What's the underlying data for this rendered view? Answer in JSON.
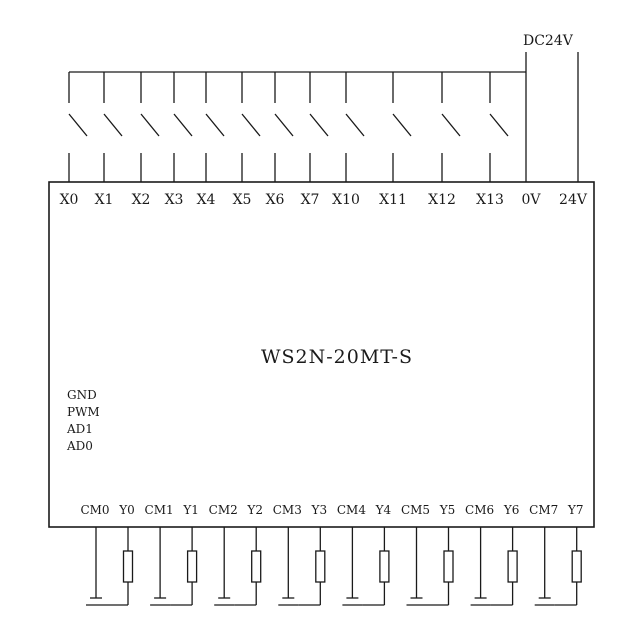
{
  "power_label": "DC24V",
  "model": "WS2N-20MT-S",
  "inputs": [
    "X0",
    "X1",
    "X2",
    "X3",
    "X4",
    "X5",
    "X6",
    "X7",
    "X10",
    "X11",
    "X12",
    "X13"
  ],
  "power_terminals": [
    "0V",
    "24V"
  ],
  "side_labels": [
    "GND",
    "PWM",
    "AD1",
    "AD0"
  ],
  "outputs": [
    {
      "common": "CM0",
      "out": "Y0"
    },
    {
      "common": "CM1",
      "out": "Y1"
    },
    {
      "common": "CM2",
      "out": "Y2"
    },
    {
      "common": "CM3",
      "out": "Y3"
    },
    {
      "common": "CM4",
      "out": "Y4"
    },
    {
      "common": "CM5",
      "out": "Y5"
    },
    {
      "common": "CM6",
      "out": "Y6"
    },
    {
      "common": "CM7",
      "out": "Y7"
    }
  ]
}
